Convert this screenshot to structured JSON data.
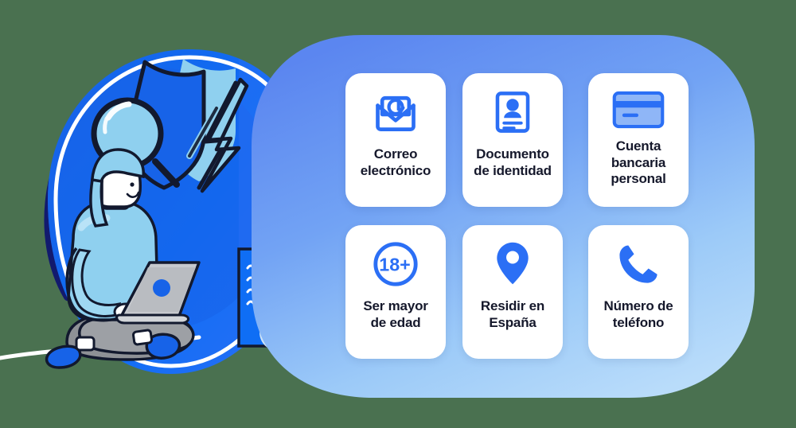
{
  "background_color": "#4a7150",
  "panel": {
    "name": "requirements-panel",
    "gradient_from": "#5b86f0",
    "gradient_to": "#b9dcfa"
  },
  "palette": {
    "blue_primary": "#2b6ff5",
    "blue_deep": "#0b63e8",
    "blue_light": "#8fd0ef",
    "blue_mid": "#5b86f0",
    "navy": "#1b2a9c",
    "navy_dark": "#121a6e",
    "ink": "#15182b",
    "card_white": "#ffffff",
    "gray_pants": "#8e9196",
    "gray_laptop": "#b9bcc1",
    "skin": "#ffffff"
  },
  "requirements": [
    {
      "id": "correo-electronico",
      "icon": "email-icon",
      "label": "Correo\nelectrónico",
      "row": 0,
      "col": 0
    },
    {
      "id": "documento-identidad",
      "icon": "id-card-icon",
      "label": "Documento\nde identidad",
      "row": 0,
      "col": 1
    },
    {
      "id": "cuenta-bancaria",
      "icon": "credit-card-icon",
      "label": "Cuenta\nbancaria\npersonal",
      "row": 0,
      "col": 2
    },
    {
      "id": "mayor-de-edad",
      "icon": "age-18-plus-icon",
      "label": "Ser mayor\nde edad",
      "row": 1,
      "col": 0
    },
    {
      "id": "residir-espana",
      "icon": "map-pin-icon",
      "label": "Residir en\nEspaña",
      "row": 1,
      "col": 1
    },
    {
      "id": "numero-telefono",
      "icon": "phone-icon",
      "label": "Número de\nteléfono",
      "row": 1,
      "col": 2
    }
  ],
  "illustration": {
    "name": "security-illustration",
    "elements": [
      {
        "name": "blue-blob",
        "label": "blue-blob"
      },
      {
        "name": "navy-arcs",
        "label": "navy-arcs"
      },
      {
        "name": "shield-icon",
        "label": "shield-icon"
      },
      {
        "name": "magnifier-icon",
        "label": "magnifier-icon"
      },
      {
        "name": "lightning-bolt-icon",
        "label": "lightning-bolt-icon"
      },
      {
        "name": "person-with-laptop",
        "label": "person-with-laptop"
      },
      {
        "name": "document-stack",
        "label": "document-stack"
      },
      {
        "name": "check-badge-icon",
        "label": "check-badge-icon"
      }
    ]
  },
  "age_badge_text": "18+"
}
